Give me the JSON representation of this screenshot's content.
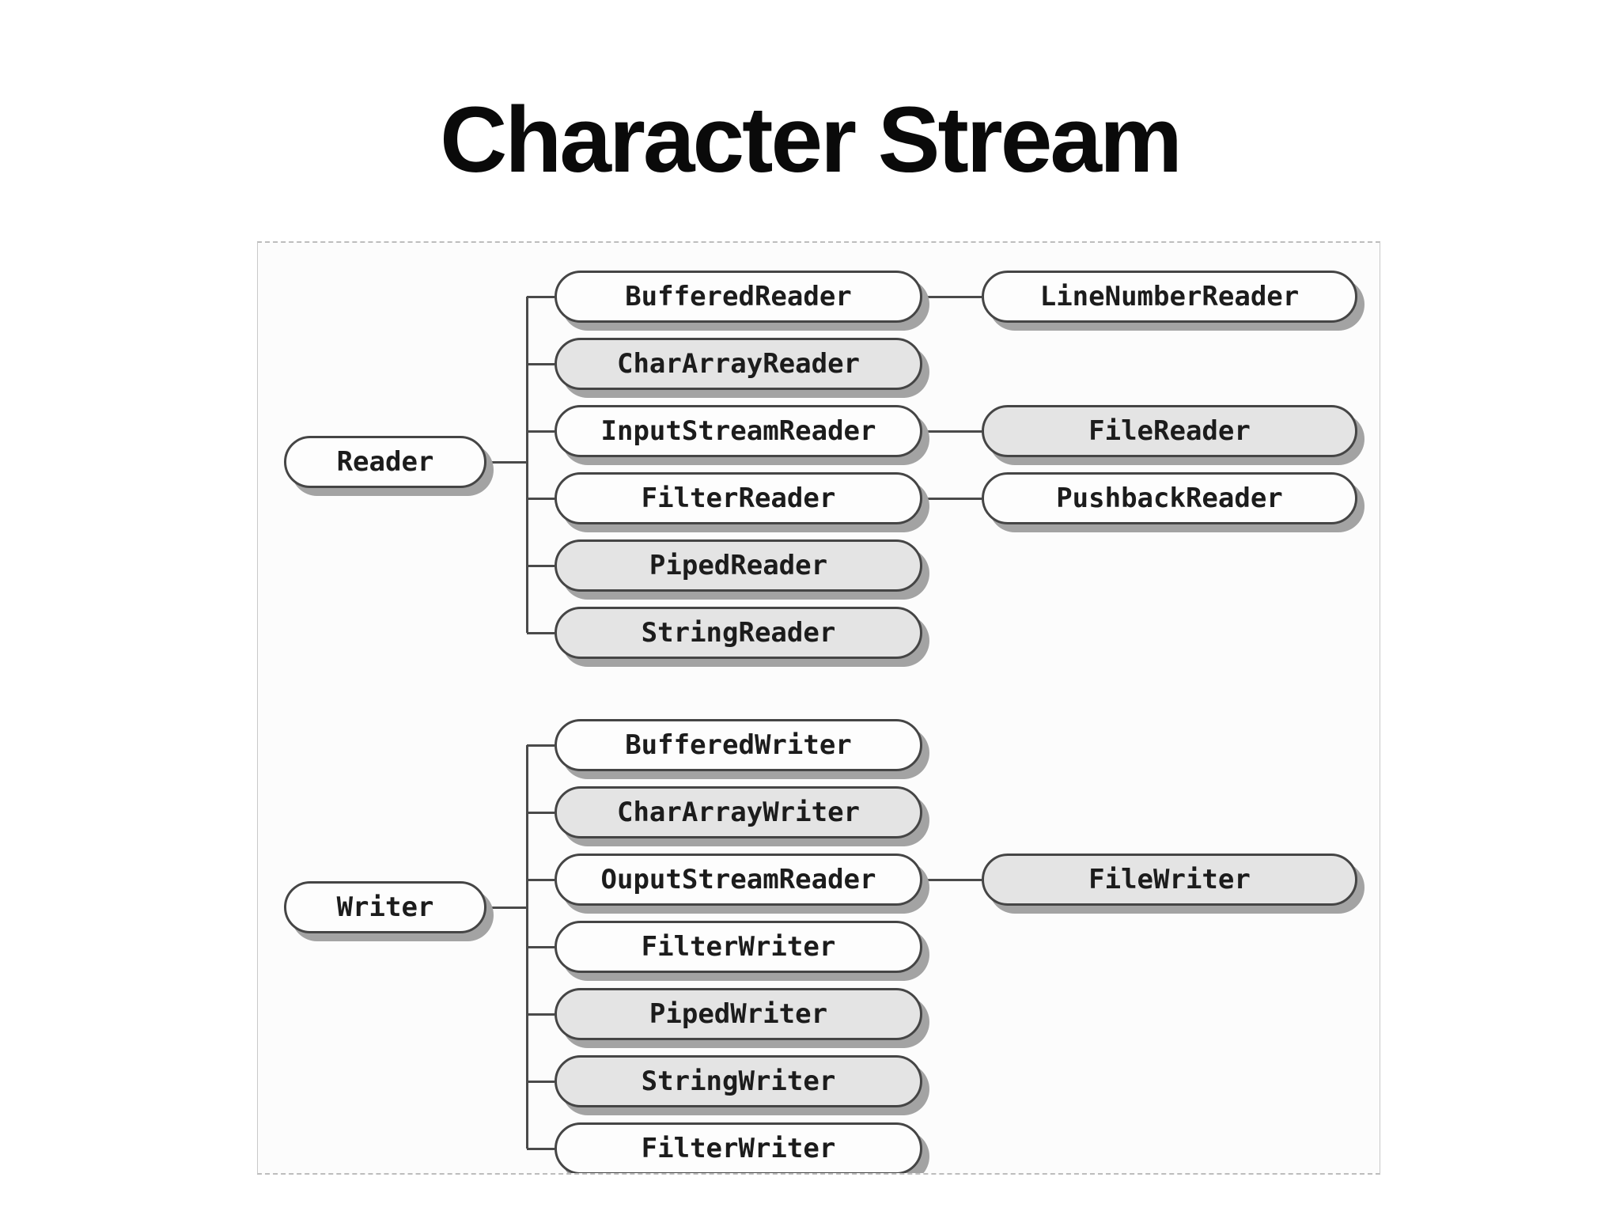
{
  "title": "Character Stream",
  "diagram": {
    "groups": [
      {
        "parent": {
          "label": "Reader",
          "shaded": false
        },
        "children": [
          {
            "label": "BufferedReader",
            "shaded": false,
            "child": {
              "label": "LineNumberReader",
              "shaded": false
            }
          },
          {
            "label": "CharArrayReader",
            "shaded": true
          },
          {
            "label": "InputStreamReader",
            "shaded": false,
            "child": {
              "label": "FileReader",
              "shaded": true
            }
          },
          {
            "label": "FilterReader",
            "shaded": false,
            "child": {
              "label": "PushbackReader",
              "shaded": false
            }
          },
          {
            "label": "PipedReader",
            "shaded": true
          },
          {
            "label": "StringReader",
            "shaded": true
          }
        ]
      },
      {
        "parent": {
          "label": "Writer",
          "shaded": false
        },
        "children": [
          {
            "label": "BufferedWriter",
            "shaded": false
          },
          {
            "label": "CharArrayWriter",
            "shaded": true
          },
          {
            "label": "OuputStreamReader",
            "shaded": false,
            "child": {
              "label": "FileWriter",
              "shaded": true
            }
          },
          {
            "label": "FilterWriter",
            "shaded": false
          },
          {
            "label": "PipedWriter",
            "shaded": true
          },
          {
            "label": "StringWriter",
            "shaded": true
          },
          {
            "label": "FilterWriter",
            "shaded": false
          }
        ]
      }
    ],
    "colors": {
      "pill_fill": "#fdfdfd",
      "pill_fill_shaded": "#e4e4e4",
      "pill_border": "#454545",
      "pill_shadow": "#a3a3a3",
      "connector": "#4a4a4a",
      "text": "#1c1c1c",
      "panel_bg": "#fcfcfc",
      "panel_border": "#c9c9c9"
    }
  }
}
